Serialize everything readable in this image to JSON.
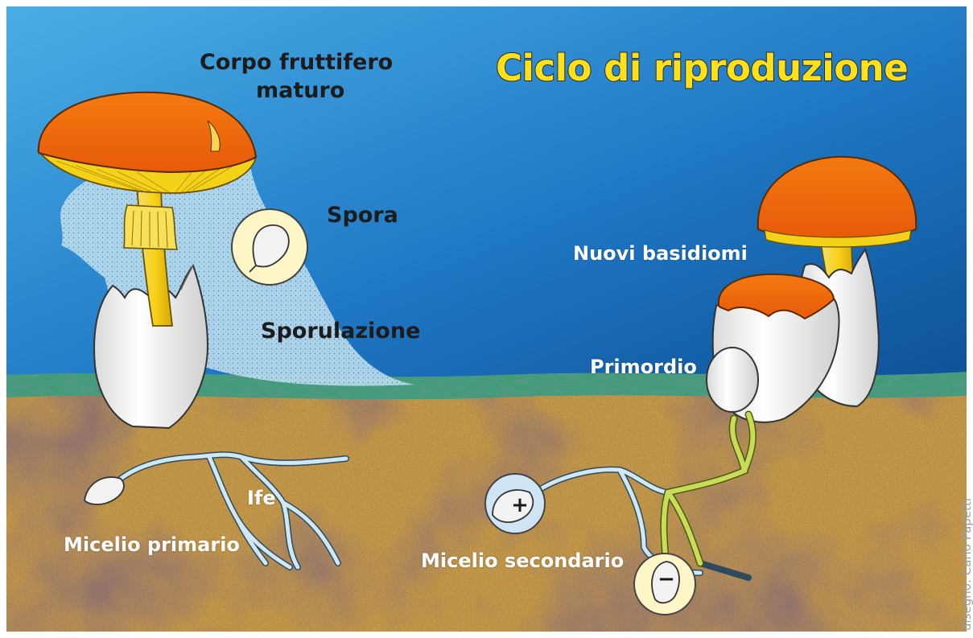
{
  "title": "Ciclo di riproduzione",
  "labels": {
    "fruiting_body": "Corpo fruttifero",
    "fruiting_body_2": "maturo",
    "spore": "Spora",
    "sporulation": "Sporulazione",
    "new_basidiomes": "Nuovi basidiomi",
    "primordium": "Primordio",
    "hyphae": "Ife",
    "primary_mycelium": "Micelio primario",
    "secondary_mycelium": "Micelio secondario",
    "plus_sign": "+",
    "minus_sign": "−"
  },
  "credit": "disegno: Carlo Papetti",
  "colors": {
    "sky_top": "#1565b0",
    "sky_bottom": "#3aa0df",
    "grass": "#2f8a6a",
    "soil_light": "#c9a14a",
    "soil_dark": "#6b4030",
    "cap": "#f07a14",
    "gills": "#f5d21a",
    "volva": "#f4f4f4",
    "hypha_primary": "#cde8f6",
    "hypha_secondary": "#c9dc5a",
    "title_fill": "#ffe01a"
  }
}
